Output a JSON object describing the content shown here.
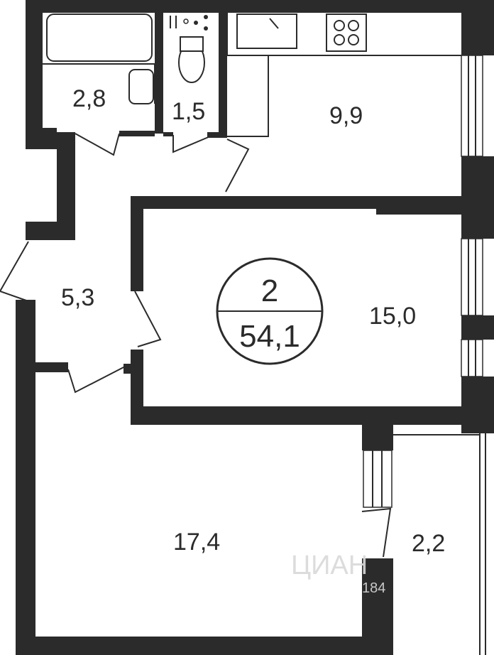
{
  "plan": {
    "rooms": {
      "bathroom": "2,8",
      "toilet": "1,5",
      "kitchen": "9,9",
      "hallway": "5,3",
      "bedroom": "15,0",
      "living": "17,4",
      "balcony": "2,2"
    },
    "badge": {
      "rooms_count": "2",
      "total_area": "54,1"
    },
    "watermark": {
      "brand": "ЦИАН",
      "code": "184"
    }
  }
}
